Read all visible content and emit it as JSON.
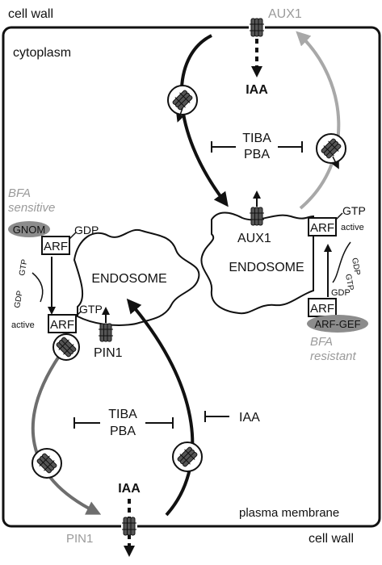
{
  "labels": {
    "cell_wall_top": "cell wall",
    "cytoplasm": "cytoplasm",
    "aux1_top": "AUX1",
    "iaa_top": "IAA",
    "tiba_upper": "TIBA",
    "pba_upper": "PBA",
    "bfa_sensitive_1": "BFA",
    "bfa_sensitive_2": "sensitive",
    "gnom": "GNOM",
    "arf_left": "ARF",
    "gdp_left_top": "GDP",
    "gtp_left_small": "GTP",
    "gdp_left_small": "GDP",
    "active_left": "active",
    "arf_left_lower": "ARF",
    "gtp_left_lower": "GTP",
    "endosome_left": "ENDOSOME",
    "pin1_label": "PIN1",
    "tiba_lower": "TIBA",
    "pba_lower": "PBA",
    "iaa_inhibitor": "IAA",
    "iaa_bottom": "IAA",
    "pin1_bottom": "PIN1",
    "plasma_membrane": "plasma membrane",
    "cell_wall_bottom": "cell wall",
    "gtp_right_top": "GTP",
    "arf_right_top": "ARF",
    "active_right": "active",
    "aux1_right": "AUX1",
    "endosome_right": "ENDOSOME",
    "gdp_right_small": "GDP",
    "gtp_right_small": "GTP",
    "gdp_right_small2": "GDP",
    "arf_right_bottom": "ARF",
    "arf_gef": "ARF-GEF",
    "bfa_resistant_1": "BFA",
    "bfa_resistant_2": "resistant"
  },
  "colors": {
    "black": "#111111",
    "grey_light": "#a8a8a8",
    "grey_dark": "#6e6e6e",
    "pill_fill": "#8c8c8c"
  }
}
